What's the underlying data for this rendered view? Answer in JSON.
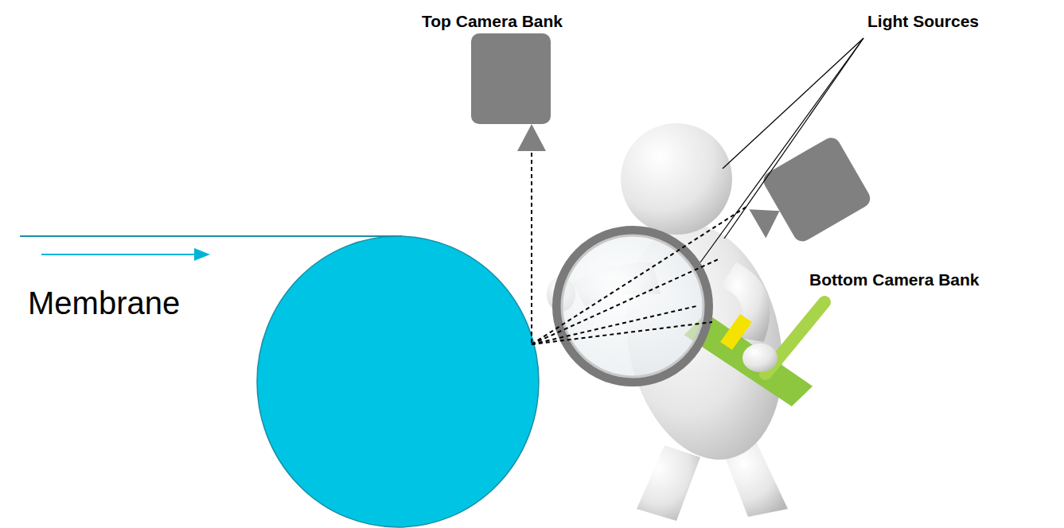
{
  "diagram": {
    "labels": [
      "Top Camera Bank",
      "Light Sources",
      "Bottom Camera Bank",
      "Membrane"
    ]
  }
}
